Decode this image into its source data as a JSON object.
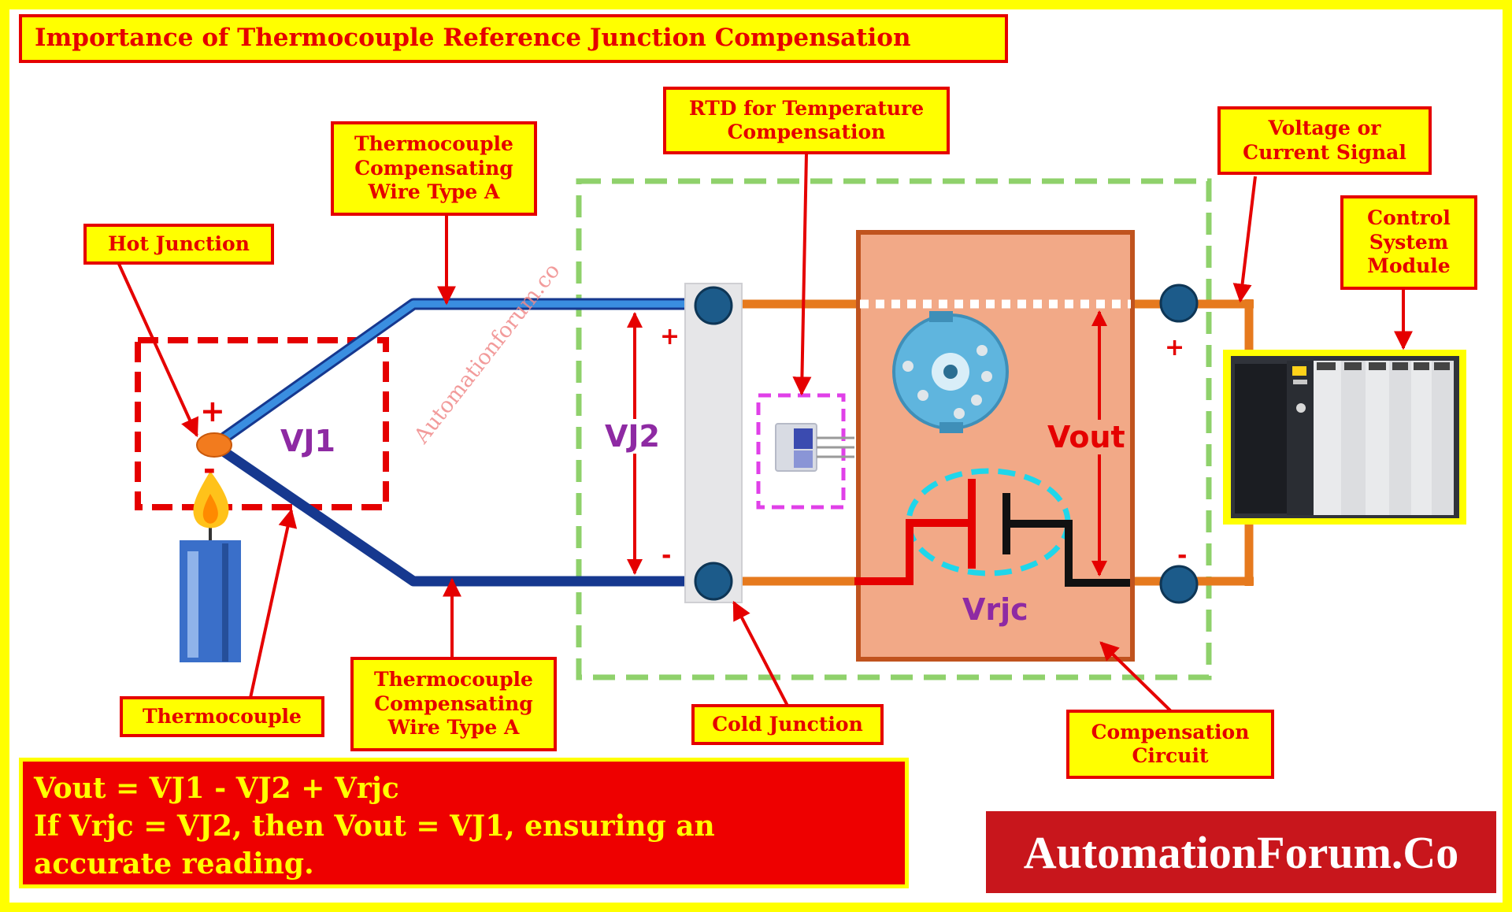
{
  "title": "Importance of Thermocouple Reference Junction Compensation",
  "labels": {
    "hot_junction": "Hot Junction",
    "thermocouple": "Thermocouple",
    "wire_top": "Thermocouple\nCompensating\nWire Type A",
    "wire_bottom": "Thermocouple\nCompensating\nWire Type A",
    "rtd": "RTD for Temperature\nCompensation",
    "cold_junction": "Cold Junction",
    "compensation_circuit": "Compensation\nCircuit",
    "voltage_signal": "Voltage or\nCurrent Signal",
    "control_module": "Control\nSystem\nModule"
  },
  "voltages": {
    "vj1": "VJ1",
    "vj2": "VJ2",
    "vout": "Vout",
    "vrjc": "Vrjc"
  },
  "polarity": {
    "plus": "+",
    "minus": "-"
  },
  "formula": {
    "line1": "Vout = VJ1 - VJ2 + Vrjc",
    "line2": "If Vrjc = VJ2, then Vout = VJ1, ensuring an",
    "line3": "accurate reading."
  },
  "watermark": "Automationforum.co",
  "brand": "AutomationForum.Co",
  "colors": {
    "frame": "#ffff00",
    "label_border": "#e50000",
    "wire_blue": "#2f7fd6",
    "wire_darkblue": "#16388f",
    "wire_orange": "#e67a1e",
    "circuit_fill": "#f2a987",
    "voltage_purple": "#8e2aa3",
    "brand_bg": "#c8161c"
  }
}
